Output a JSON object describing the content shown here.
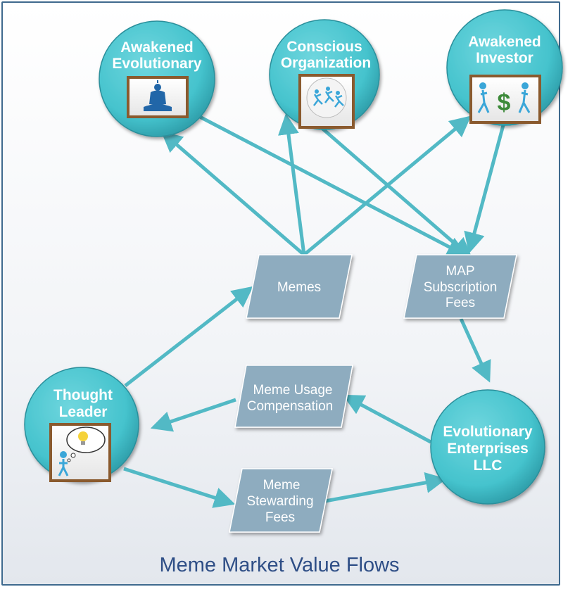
{
  "colors": {
    "circle_fill": "#45c3cd",
    "arrow": "#52b9c5",
    "parallelogram": "#8eacbf",
    "frame_border": "#3f6a8e",
    "caption": "#2e4e86"
  },
  "nodes": {
    "awakened_evolutionary": {
      "line1": "Awakened",
      "line2": "Evolutionary",
      "icon": "meditating-figure-icon"
    },
    "conscious_organization": {
      "line1": "Conscious",
      "line2": "Organization",
      "icon": "running-figures-icon"
    },
    "awakened_investor": {
      "line1": "Awakened",
      "line2": "Investor",
      "icon": "dollar-sign-icon"
    },
    "thought_leader": {
      "line1": "Thought",
      "line2": "Leader",
      "icon": "lightbulb-idea-icon"
    },
    "evolutionary_enterprises": {
      "line1": "Evolutionary",
      "line2": "Enterprises",
      "line3": "LLC"
    }
  },
  "boxes": {
    "memes": {
      "line1": "Memes"
    },
    "map_fees": {
      "line1": "MAP",
      "line2": "Subscription",
      "line3": "Fees"
    },
    "usage_comp": {
      "line1": "Meme Usage",
      "line2": "Compensation"
    },
    "stewarding_fees": {
      "line1": "Meme",
      "line2": "Stewarding",
      "line3": "Fees"
    }
  },
  "caption": "Meme Market Value Flows"
}
